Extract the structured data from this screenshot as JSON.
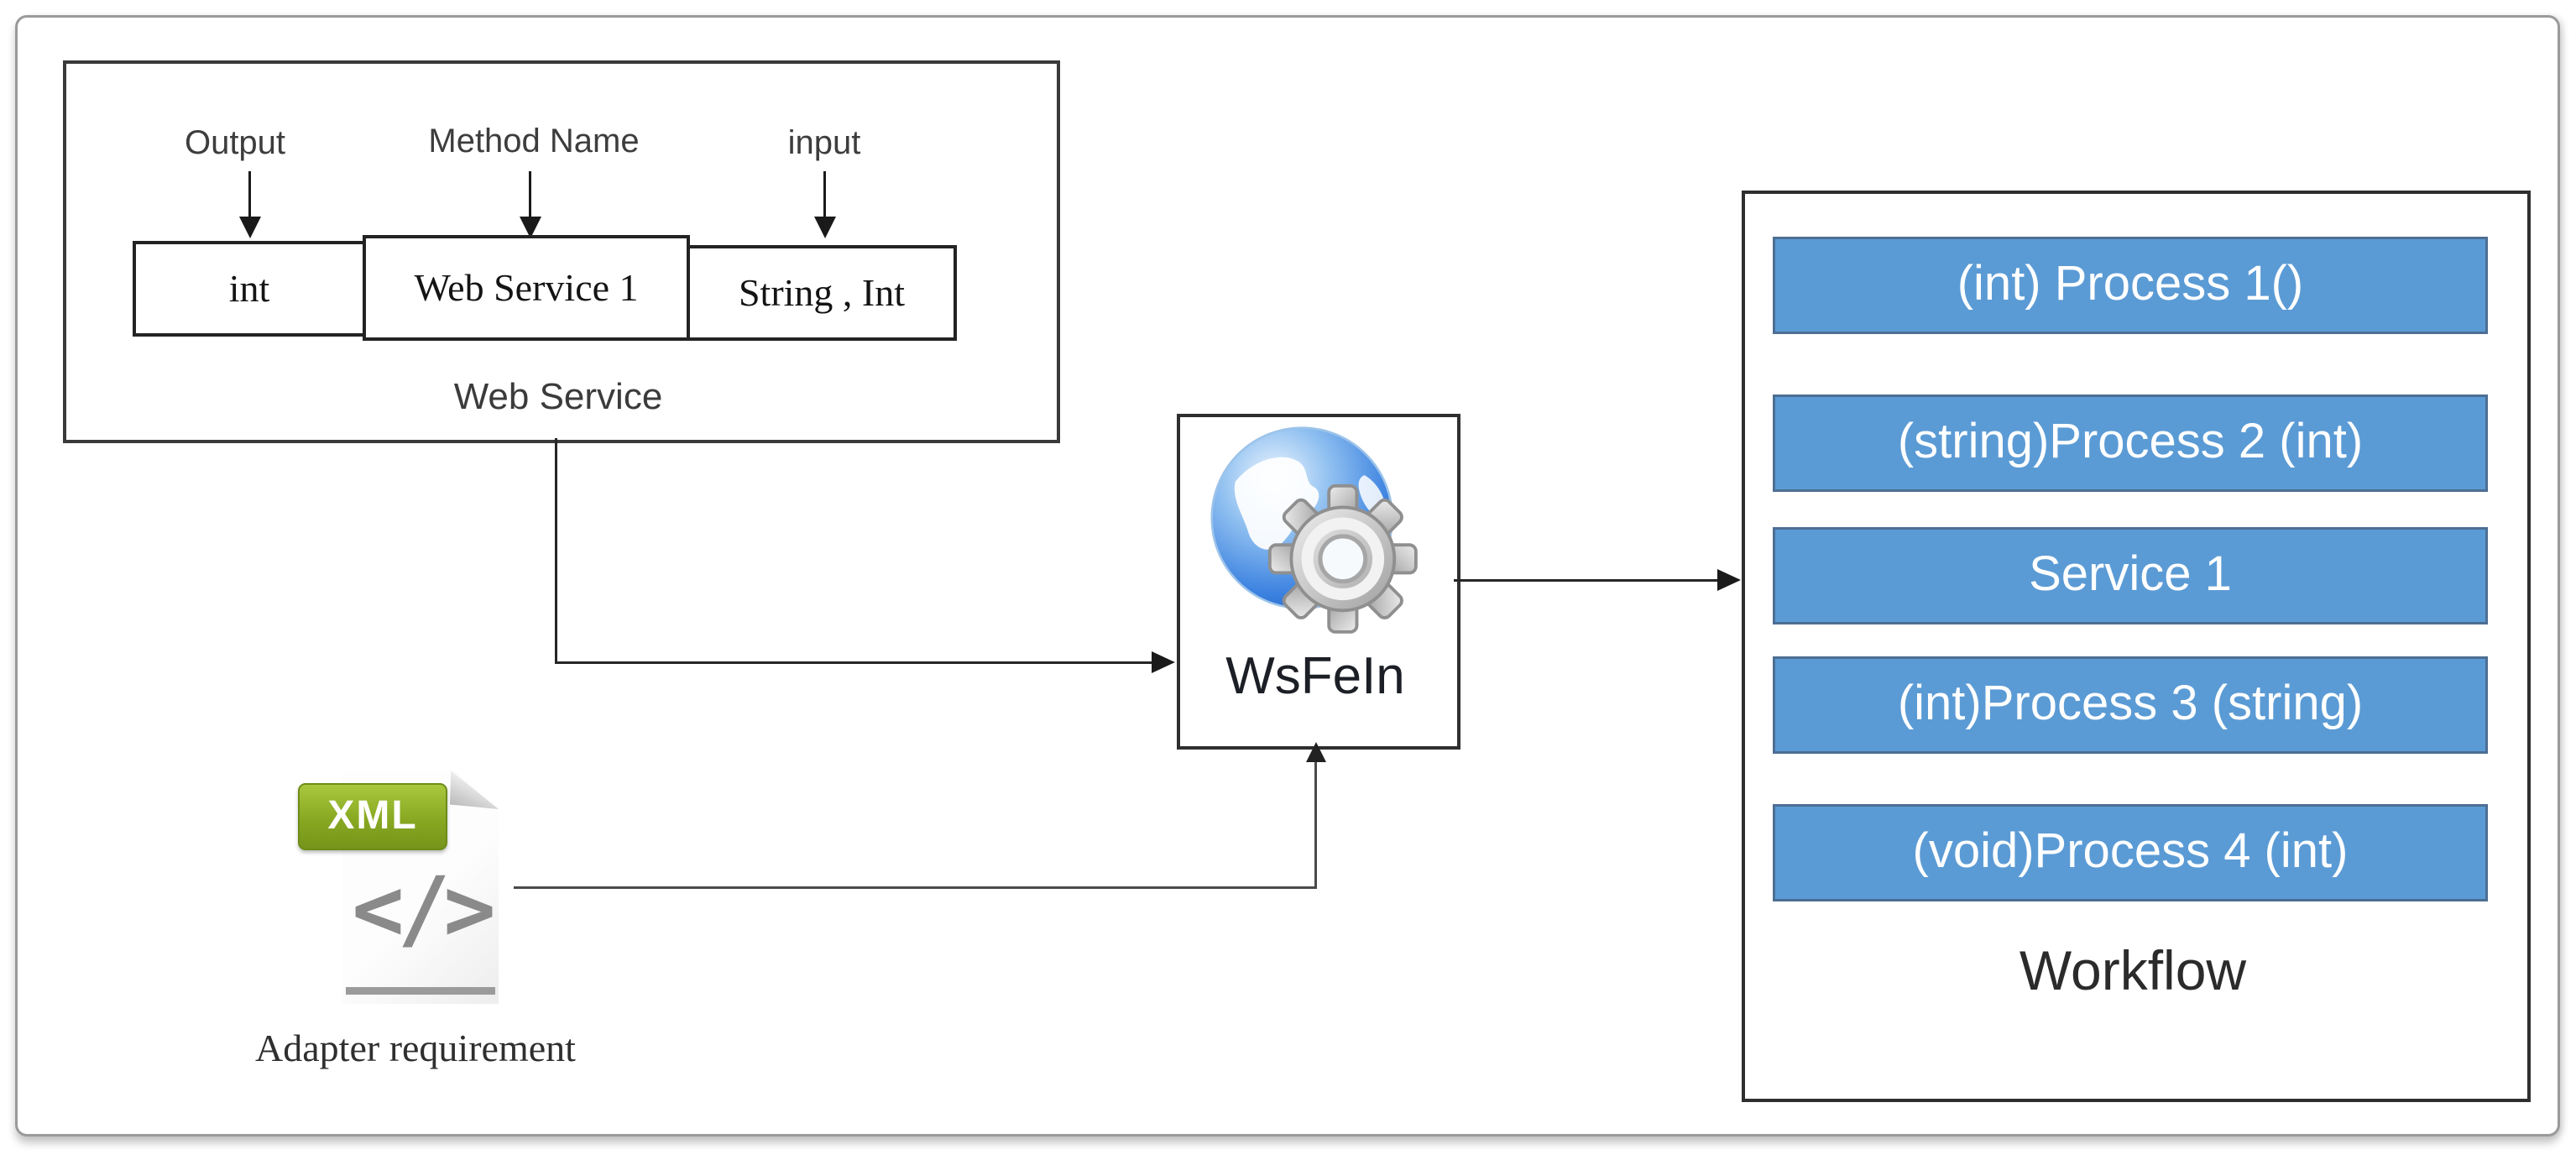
{
  "web_service_panel": {
    "caption": "Web Service",
    "labels": {
      "output": "Output",
      "method_name": "Method Name",
      "input": "input"
    },
    "cells": {
      "output_type": "int",
      "method": "Web Service 1",
      "params": "String , Int"
    }
  },
  "wsfein": {
    "label": "WsFeIn"
  },
  "adapter": {
    "file_badge": "XML",
    "code_glyph": "</>",
    "caption": "Adapter requirement"
  },
  "workflow": {
    "caption": "Workflow",
    "processes": [
      "(int) Process 1()",
      "(string)Process 2 (int)",
      "Service 1",
      "(int)Process 3 (string)",
      "(void)Process 4 (int)"
    ]
  },
  "colors": {
    "process_fill": "#5b9bd5",
    "process_border": "#4d6e93",
    "xml_banner_green": "#88a822",
    "globe_blue": "#3c82e0",
    "gear_gray": "#c9c9c9",
    "line_dark": "#262626"
  }
}
